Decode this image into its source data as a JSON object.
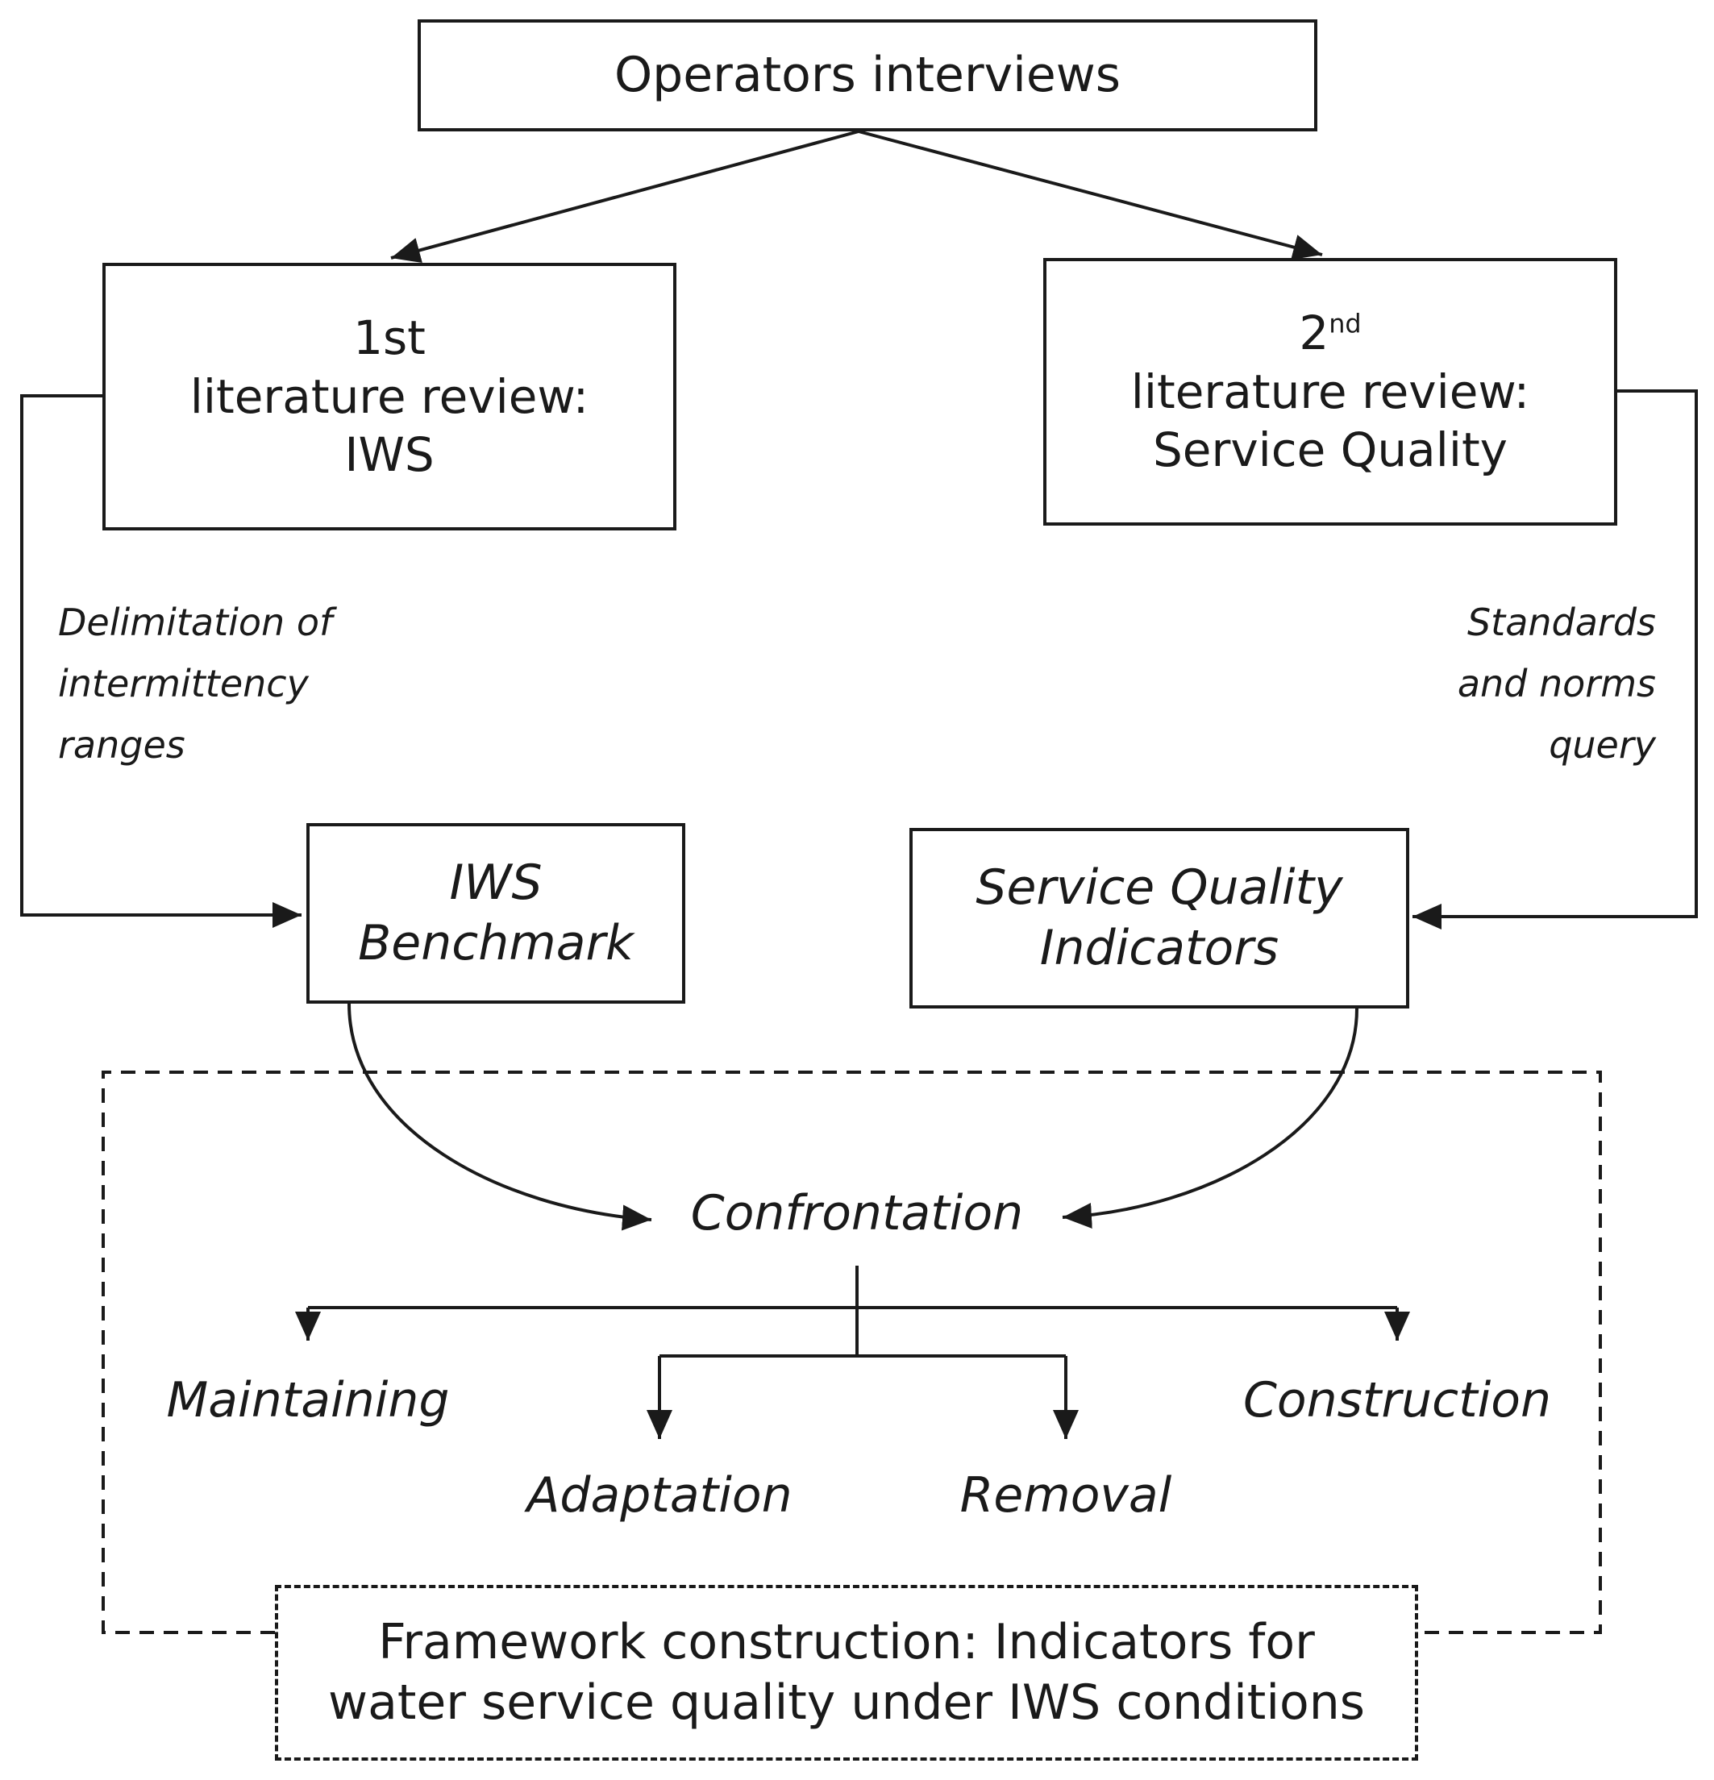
{
  "nodes": {
    "operators": {
      "text": "Operators interviews"
    },
    "review1": {
      "line1": "1st",
      "line2": "literature review:",
      "line3": "IWS"
    },
    "review2": {
      "line1_base": "2",
      "line1_sup": "nd",
      "line2": "literature review:",
      "line3": "Service Quality"
    },
    "iws_benchmark": {
      "line1": "IWS",
      "line2": "Benchmark"
    },
    "sq_indicators": {
      "line1": "Service Quality",
      "line2": "Indicators"
    },
    "confrontation": {
      "text": "Confrontation"
    },
    "maintaining": {
      "text": "Maintaining"
    },
    "adaptation": {
      "text": "Adaptation"
    },
    "removal": {
      "text": "Removal"
    },
    "construction": {
      "text": "Construction"
    },
    "framework": {
      "line1": "Framework construction: Indicators for",
      "line2": "water service quality under IWS conditions"
    }
  },
  "edge_labels": {
    "left": {
      "line1": "Delimitation of",
      "line2": "intermittency",
      "line3": "ranges"
    },
    "right": {
      "line1": "Standards",
      "line2": "and norms",
      "line3": "query"
    }
  }
}
